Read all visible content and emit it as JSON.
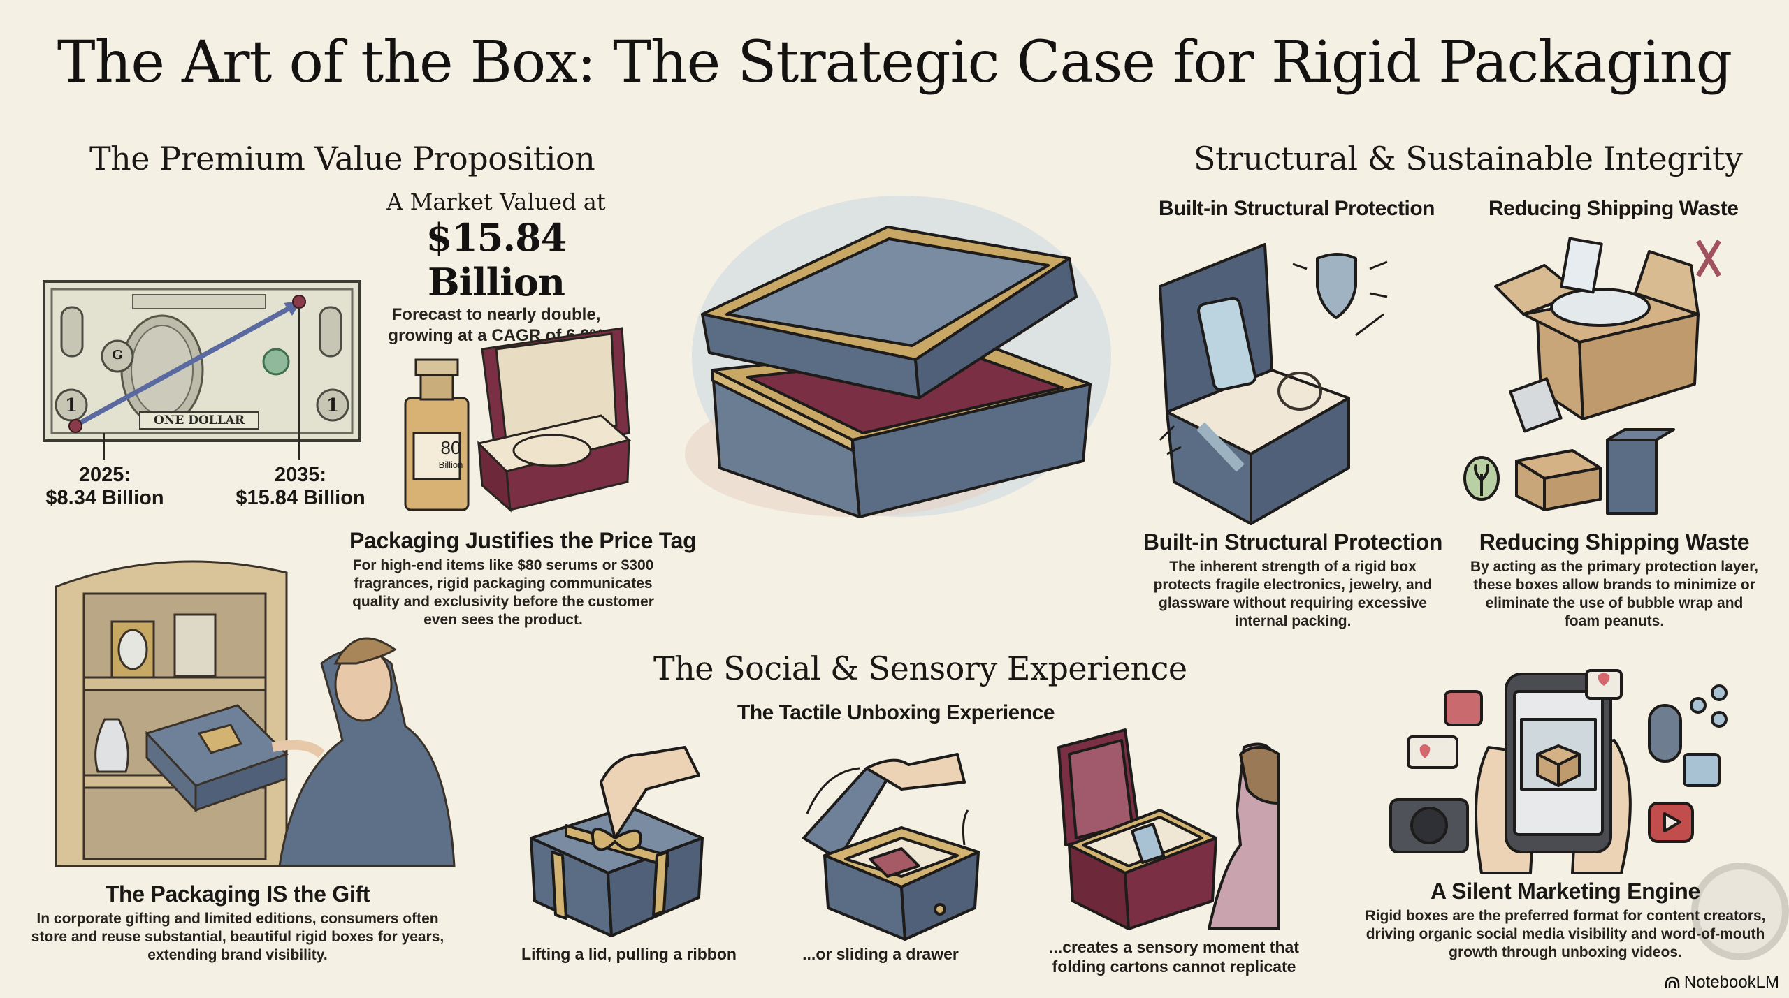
{
  "title": "The Art of the Box: The Strategic Case for Rigid Packaging",
  "premium": {
    "title": "The Premium Value Proposition",
    "market_pre": "A Market Valued at",
    "market_value": "$15.84 Billion",
    "market_note_line1": "Forecast to nearly double,",
    "market_note_line2": "growing at a CAGR of 6.0%",
    "bill_text": "ONE DOLLAR",
    "bill_seal": "G",
    "bill_denom": "1",
    "start_year": "2025:",
    "start_value": "$8.34 Billion",
    "end_year": "2035:",
    "end_value": "$15.84 Billion",
    "bottle_label_num": "80",
    "bottle_label_word": "Billion",
    "price_tag": {
      "heading": "Packaging Justifies the Price Tag",
      "body": "For high-end items like $80 serums or $300 fragrances, rigid packaging communicates quality and exclusivity before the customer even sees the product."
    },
    "gift": {
      "heading": "The Packaging IS the Gift",
      "body": "In corporate gifting and limited editions, consumers often store and reuse substantial, beautiful rigid boxes for years, extending brand visibility."
    }
  },
  "structural": {
    "title": "Structural & Sustainable Integrity",
    "protection": {
      "label": "Built-in Structural Protection",
      "heading": "Built-in Structural Protection",
      "body": "The inherent strength of a rigid box protects fragile electronics, jewelry, and glassware without requiring excessive internal packing."
    },
    "waste": {
      "label": "Reducing Shipping Waste",
      "heading": "Reducing Shipping Waste",
      "body": "By acting as the primary protection layer, these boxes allow brands to minimize or eliminate the use of bubble wrap and foam peanuts."
    }
  },
  "social": {
    "title": "The Social & Sensory Experience",
    "subtitle": "The Tactile Unboxing Experience",
    "captions": [
      "Lifting a lid, pulling a ribbon",
      "...or sliding a drawer",
      "...creates a sensory moment that folding cartons cannot replicate"
    ],
    "marketing": {
      "heading": "A Silent Marketing Engine",
      "body": "Rigid boxes are the preferred format for content creators, driving organic social media visibility and word-of-mouth growth through unboxing videos."
    }
  },
  "brand": "NotebookLM",
  "colors": {
    "background": "#f4f0e4",
    "slate_blue": "#5b6e84",
    "gold": "#c9a865",
    "burgundy": "#7a2f44",
    "kraft": "#c9a57a",
    "ink": "#1c1a17"
  }
}
